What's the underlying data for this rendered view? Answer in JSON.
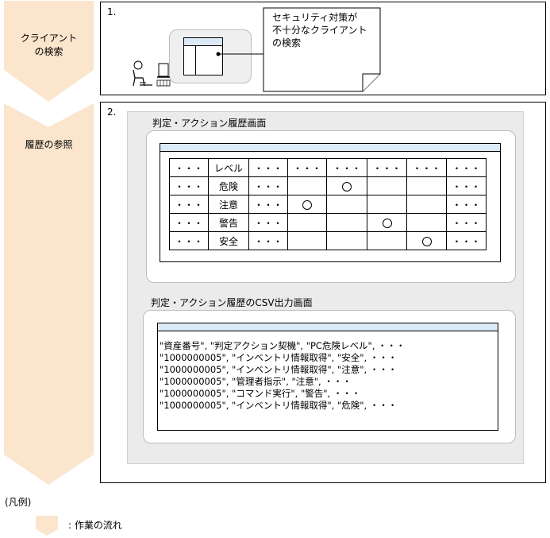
{
  "flow": {
    "step1_label": [
      "クライアント",
      "の検索"
    ],
    "step2_label": "履歴の参照"
  },
  "step1": {
    "number": "1.",
    "callout": [
      "セキュリティ対策が",
      "不十分なクライアント",
      "の検索"
    ]
  },
  "step2": {
    "number": "2.",
    "history_screen_title": "判定・アクション履歴画面",
    "history_table": {
      "rows": [
        [
          "・・・",
          "レベル",
          "・・・",
          "・・・",
          "・・・",
          "・・・",
          "・・・",
          "・・・"
        ],
        [
          "・・・",
          "危険",
          "・・・",
          "",
          "○",
          "",
          "",
          "・・・"
        ],
        [
          "・・・",
          "注意",
          "・・・",
          "○",
          "",
          "",
          "",
          "・・・"
        ],
        [
          "・・・",
          "警告",
          "・・・",
          "",
          "",
          "○",
          "",
          "・・・"
        ],
        [
          "・・・",
          "安全",
          "・・・",
          "",
          "",
          "",
          "○",
          "・・・"
        ]
      ]
    },
    "csv_screen_title": "判定・アクション履歴のCSV出力画面",
    "csv_lines": [
      "\"資産番号\", \"判定アクション契機\", \"PC危険レベル\", ・・・",
      "\"1000000005\", \"インベントリ情報取得\", \"安全\", ・・・",
      "\"1000000005\", \"インベントリ情報取得\", \"注意\", ・・・",
      "\"1000000005\", \"管理者指示\", \"注意\", ・・・",
      "\"1000000005\", \"コマンド実行\", \"警告\", ・・・",
      "\"1000000005\", \"インベントリ情報取得\", \"危険\", ・・・"
    ]
  },
  "legend": {
    "title": "(凡例)",
    "flow_label": ": 作業の流れ"
  },
  "colors": {
    "flow_fill": "#fbe5cc",
    "window_header": "#dce9f7",
    "panel_fill": "#ebebeb"
  }
}
